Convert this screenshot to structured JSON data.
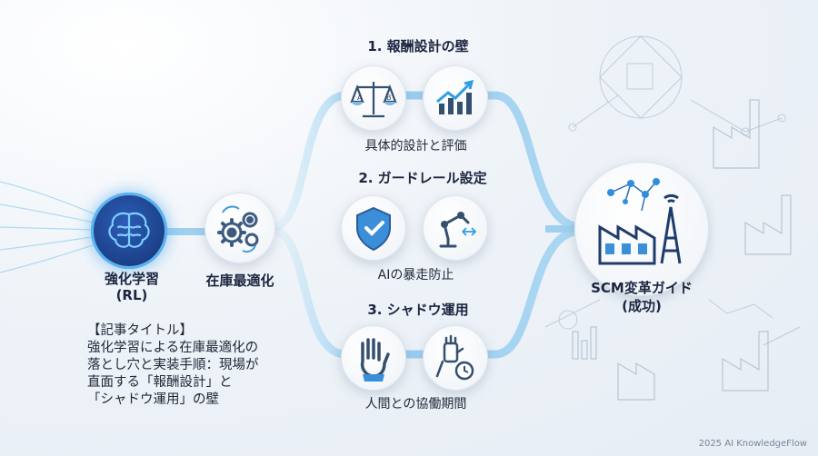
{
  "nodes": {
    "rl": {
      "label": "強化学習",
      "sub": "(RL)"
    },
    "inventory": {
      "label": "在庫最適化"
    },
    "scm": {
      "label": "SCM変革ガイド",
      "sub": "(成功)"
    }
  },
  "stages": [
    {
      "title": "1. 報酬設計の壁",
      "caption": "具体的設計と評価"
    },
    {
      "title": "2. ガードレール設定",
      "caption": "AIの暴走防止"
    },
    {
      "title": "3. シャドウ運用",
      "caption": "人間との協働期間"
    }
  ],
  "article": {
    "heading": "【記事タイトル】",
    "lines": [
      "強化学習による在庫最適化の",
      "落とし穴と実装手順：現場が",
      "直面する「報酬設計」と",
      "「シャドウ運用」の壁"
    ]
  },
  "footer": "2025 AI KnowledgeFlow",
  "icons": {
    "rl": "brain-icon",
    "inventory": "gears-icon",
    "s1a": "scales-icon",
    "s1b": "growth-chart-icon",
    "s2a": "shield-check-icon",
    "s2b": "robot-arm-icon",
    "s3a": "human-hand-icon",
    "s3b": "robot-hand-clock-icon",
    "scm": "factory-network-icon"
  },
  "colors": {
    "accent": "#2f80d0",
    "flow": "#9fd0f0",
    "brain_bg": "#1b3f86"
  }
}
